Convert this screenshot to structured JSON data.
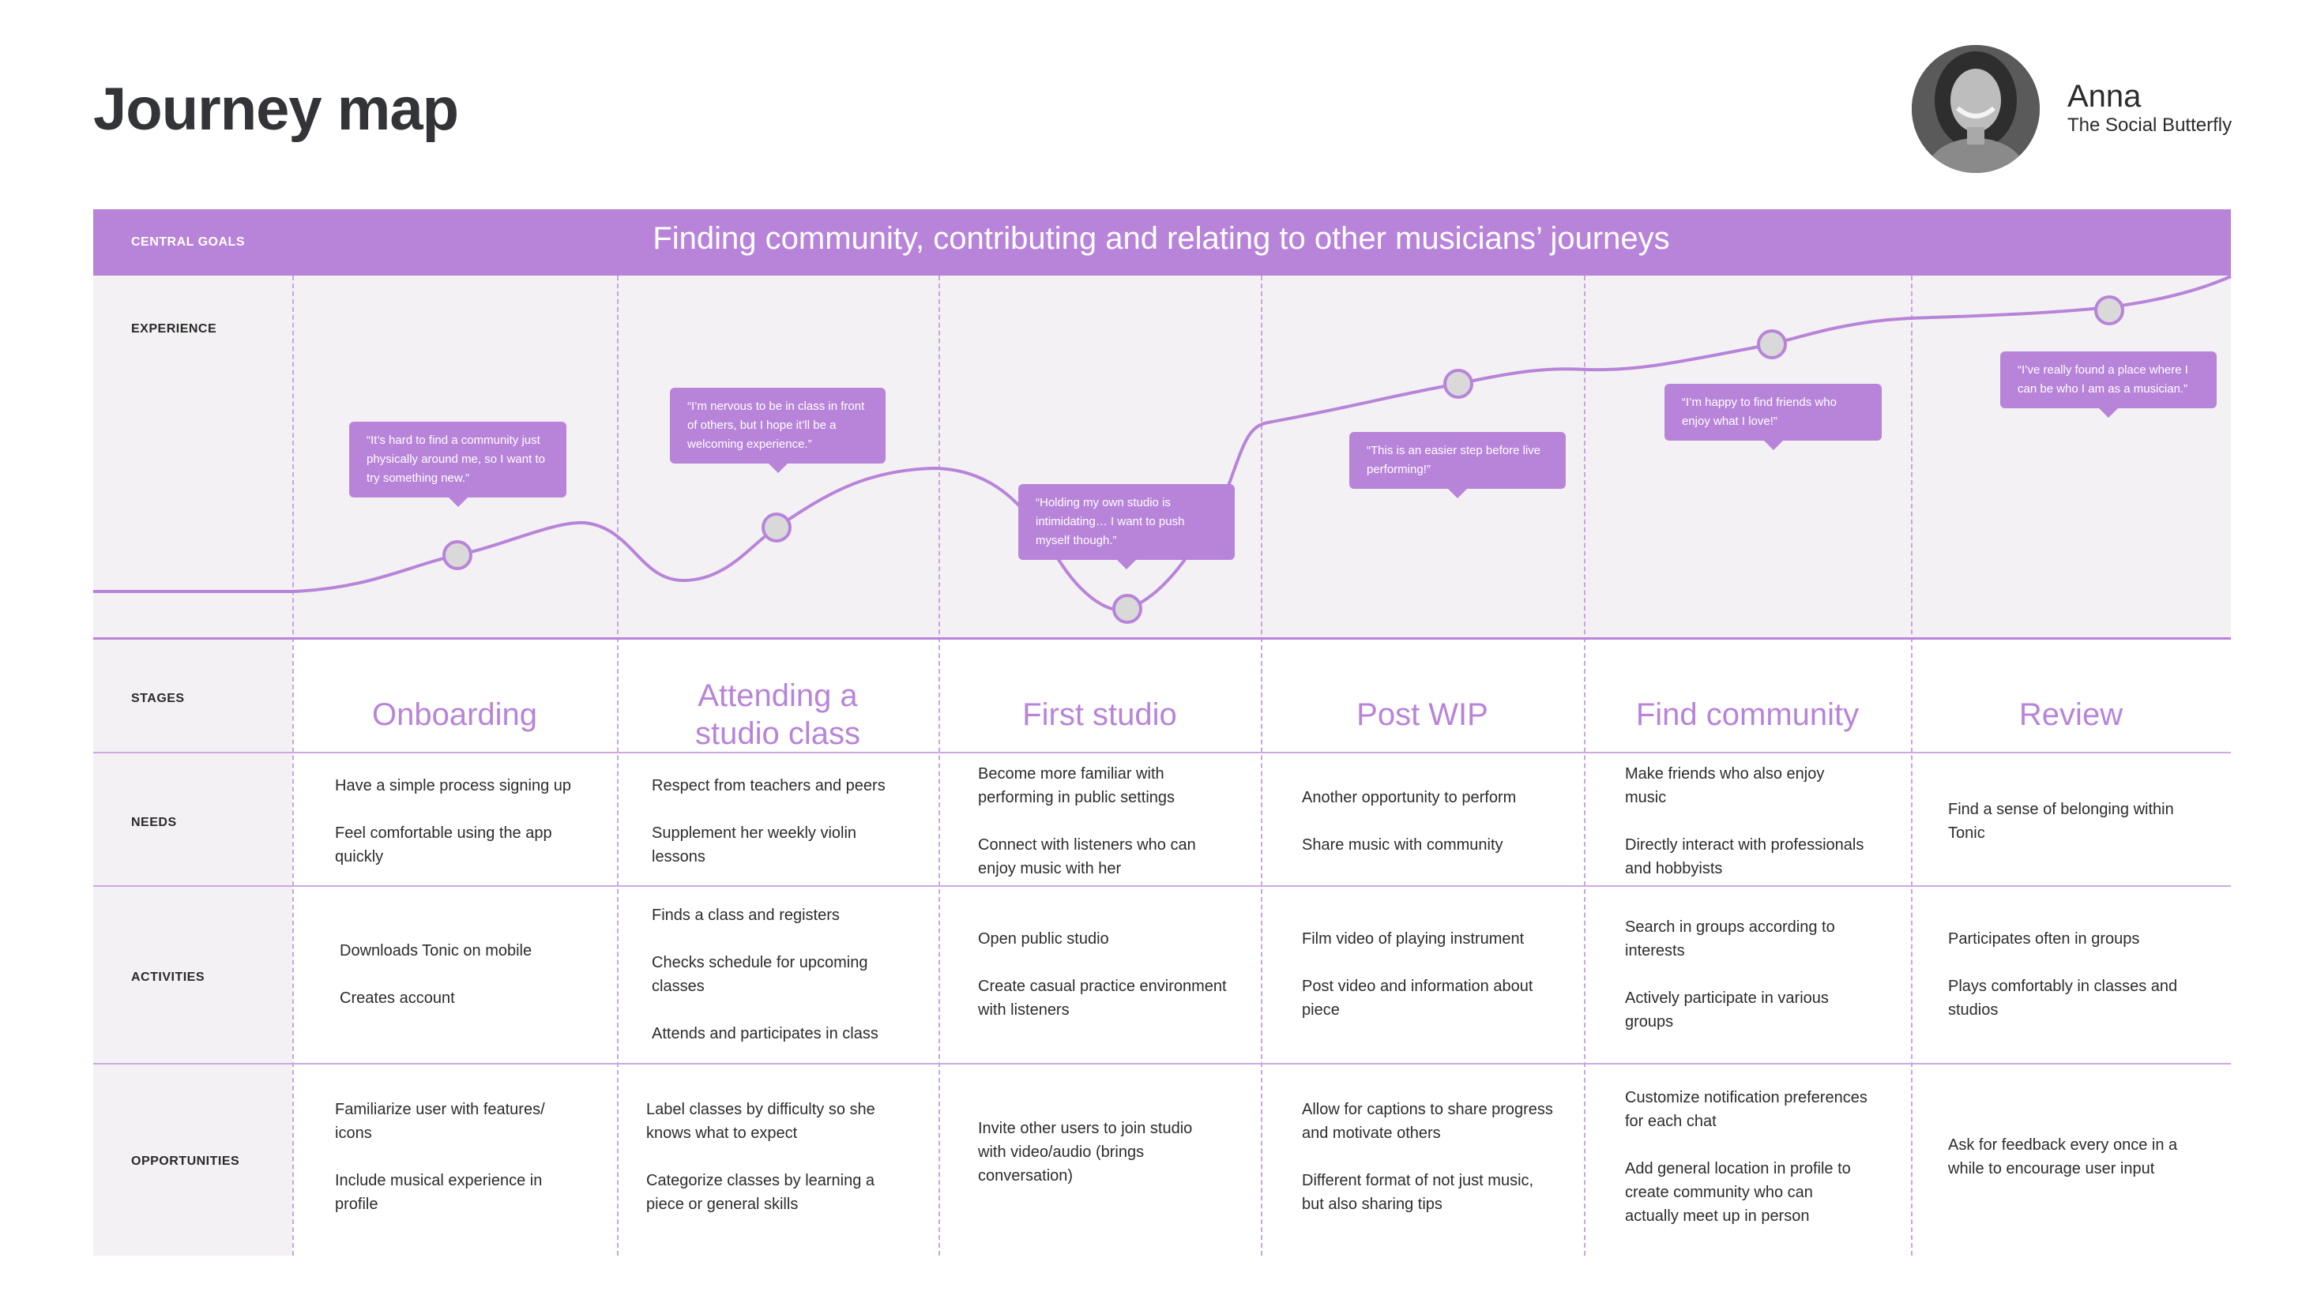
{
  "header": {
    "title": "Journey map",
    "persona_name": "Anna",
    "persona_role": "The Social Butterfly"
  },
  "labels": {
    "central_goals": "CENTRAL GOALS",
    "experience": "EXPERIENCE",
    "stages": "STAGES",
    "needs": "NEEDS",
    "activities": "ACTIVITIES",
    "opportunities": "OPPORTUNITIES"
  },
  "central_goal": "Finding community, contributing and relating to other musicians’ journeys",
  "colors": {
    "accent": "#b884da",
    "panel": "#f3f1f3",
    "point": "#d9d9d9"
  },
  "experience": {
    "quotes": [
      "“It’s hard to find a community just physically around me, so I want to try something new.”",
      "“I’m nervous to be in class in front of others, but I hope it’ll be a welcoming experience.”",
      "“Holding my own studio is intimidating… I want to push myself though.”",
      "“This is an easier step before live performing!”",
      "“I’m happy to find friends who enjoy what I love!”",
      "“I’ve really found a place where I can be who I am as a musician.”"
    ]
  },
  "stages": [
    {
      "name": "Onboarding",
      "needs": [
        "Have a simple process signing up",
        "Feel comfortable using the app quickly"
      ],
      "activities": [
        "Downloads Tonic on mobile",
        "Creates account"
      ],
      "opportunities": [
        "Familiarize user with features/ icons",
        "Include musical experience in profile"
      ]
    },
    {
      "name": "Attending a studio class",
      "needs": [
        "Respect from teachers and peers",
        "Supplement her weekly violin lessons"
      ],
      "activities": [
        "Finds a class and registers",
        "Checks schedule for upcoming classes",
        "Attends and participates in class"
      ],
      "opportunities": [
        "Label classes by difficulty so she knows what to expect",
        "Categorize classes by learning a piece or general skills"
      ]
    },
    {
      "name": "First studio",
      "needs": [
        "Become more familiar with performing in public settings",
        "Connect with listeners who can enjoy music with her"
      ],
      "activities": [
        "Open public studio",
        "Create casual practice environment with listeners"
      ],
      "opportunities": [
        "Invite other users to join studio with video/audio (brings conversation)"
      ]
    },
    {
      "name": "Post WIP",
      "needs": [
        "Another opportunity to perform",
        "Share music with community"
      ],
      "activities": [
        "Film video of playing instrument",
        "Post video and information about piece"
      ],
      "opportunities": [
        "Allow for captions to share progress and motivate others",
        "Different format of not just music, but also sharing tips"
      ]
    },
    {
      "name": "Find community",
      "needs": [
        "Make friends who also enjoy music",
        "Directly interact with professionals and hobbyists"
      ],
      "activities": [
        "Search in groups according to interests",
        "Actively participate in various groups"
      ],
      "opportunities": [
        "Customize notification preferences for each chat",
        "Add general location in profile to create community who can actually meet up in person"
      ]
    },
    {
      "name": "Review",
      "needs": [
        "Find a sense of belonging within Tonic"
      ],
      "activities": [
        "Participates often in groups",
        "Plays comfortably in classes and studios"
      ],
      "opportunities": [
        "Ask for feedback every once in a while to encourage user input"
      ]
    }
  ]
}
